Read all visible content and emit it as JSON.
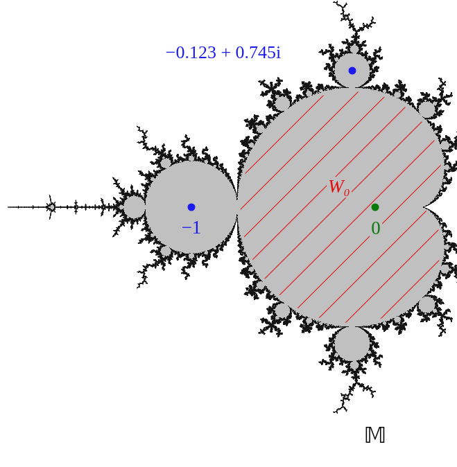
{
  "diagram": {
    "labels": [
      "−0.123 + 0.745i",
      "W₀",
      "−1",
      "0",
      "𝕄"
    ]
  }
}
